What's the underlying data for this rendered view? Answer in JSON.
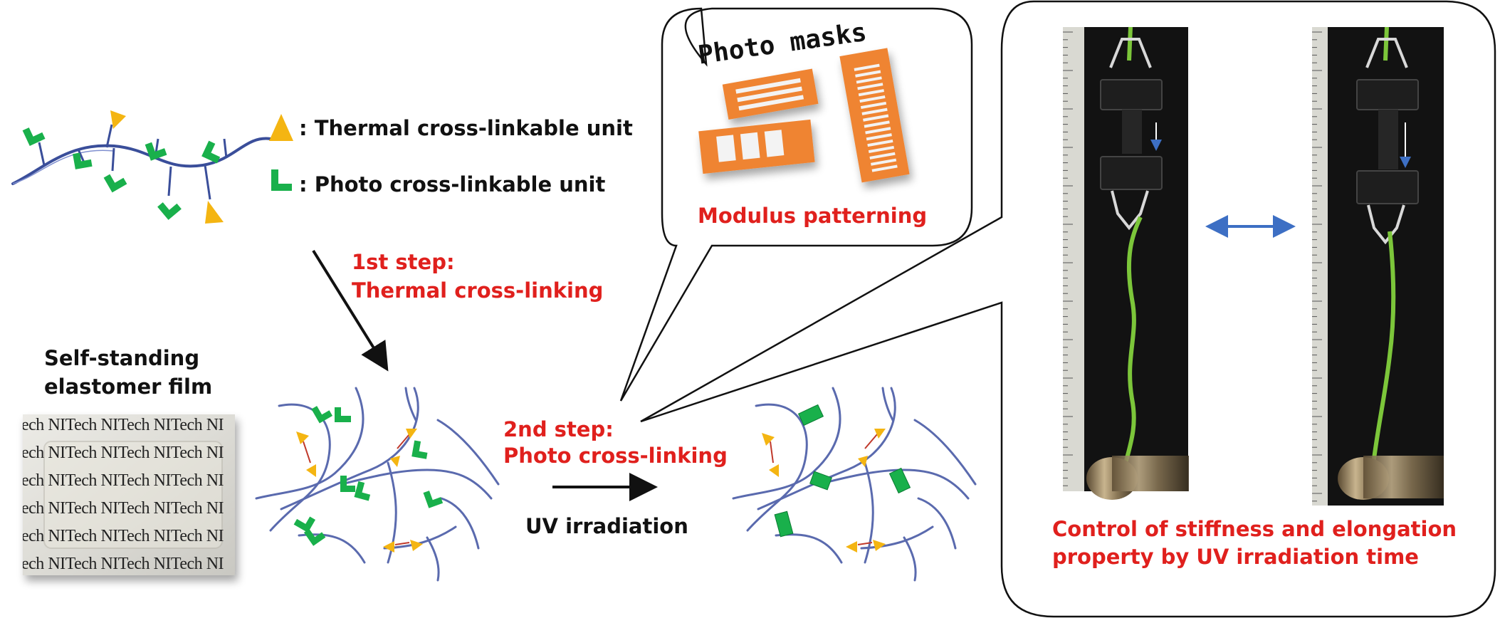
{
  "legend": {
    "thermal_label": "Thermal cross-linkable unit",
    "photo_label": "Photo cross-linkable unit",
    "separator": ":"
  },
  "steps": {
    "first_line1": "1st step:",
    "first_line2": "Thermal cross-linking",
    "second_line1": "2nd step:",
    "second_line2": "Photo cross-linking",
    "uv_label": "UV irradiation"
  },
  "film": {
    "title_line1": "Self-standing",
    "title_line2": "elastomer film",
    "tile_text": "NITech",
    "row_prefix": "ech",
    "row_suffix": "NI"
  },
  "photomask_callout": {
    "title": "Photo masks",
    "caption": "Modulus patterning"
  },
  "stiffness_callout": {
    "caption_line1": "Control of stiffness and elongation",
    "caption_line2": "property by UV irradiation time"
  },
  "colors": {
    "polymer_chain": "#3a4e9a",
    "network_chain": "#5a6aae",
    "thermal_unit": "#f4b512",
    "photo_unit": "#19b04b",
    "mask_orange": "#ef8433",
    "highlight_red": "#e0201d",
    "double_arrow": "#3d6fc4",
    "photo_bg": "#121212",
    "ruler": "#d9d9d2"
  },
  "icons": {
    "thermal_unit": "yellow-triangle",
    "photo_unit": "green-l-shape",
    "process_arrow": "black-arrow",
    "comparison_arrow": "blue-double-arrow"
  }
}
